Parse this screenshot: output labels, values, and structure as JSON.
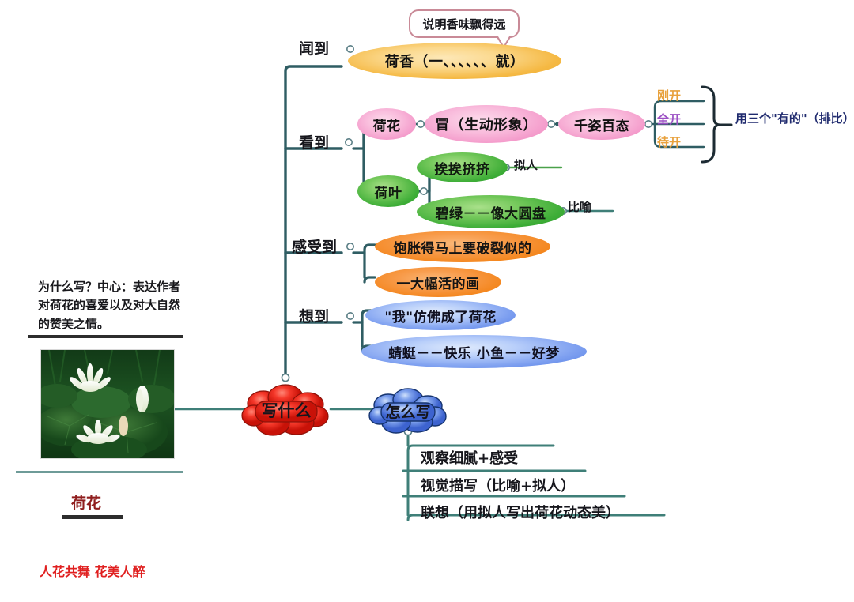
{
  "left_panel": {
    "question_text": "为什么写？中心：表达作者对荷花的喜爱以及对大自然的赞美之情。",
    "photo_caption": "荷花",
    "photo_alt": "lotus-flowers-photo",
    "slogan": "人花共舞  花美人醉"
  },
  "callout": {
    "text": "说明香味飘得远"
  },
  "center": {
    "main_node": "写什么",
    "secondary_node": "怎么写"
  },
  "branches": {
    "smell": {
      "label": "闻到",
      "node": "荷香（一、、、、、、就）"
    },
    "see": {
      "label": "看到",
      "flower": {
        "node": "荷花",
        "child": "冒（生动形象）",
        "grandchild": "千姿百态",
        "states": [
          "刚开",
          "全开",
          "待开"
        ],
        "note": "用三个\"有的\"（排比）"
      },
      "leaf": {
        "node": "荷叶",
        "children": [
          {
            "text": "挨挨挤挤",
            "note": "拟人"
          },
          {
            "text": "碧绿－－像大圆盘",
            "note": "比喻"
          }
        ]
      }
    },
    "feel": {
      "label": "感受到",
      "items": [
        "饱胀得马上要破裂似的",
        "一大幅活的画"
      ]
    },
    "think": {
      "label": "想到",
      "items": [
        "\"我\"仿佛成了荷花",
        "蜻蜓－－快乐        小鱼－－好梦"
      ]
    }
  },
  "how_to_write": {
    "items": [
      "观察细腻+感受",
      "视觉描写（比喻+拟人）",
      "联想（用拟人写出荷花动态美）"
    ]
  },
  "colors": {
    "connector": "#2f5d63",
    "smell_node": "#f5b944",
    "flower_node": "#f49bcb",
    "leaf_node": "#3fae38",
    "feel_node": "#f4871f",
    "think_node": "#7d9ff0",
    "main_cloud": "#e02b20",
    "secondary_cloud": "#4f7ae3",
    "state_open_now": "#e8a13c",
    "state_full_open": "#9b4fc4",
    "state_about_open": "#e8a13c",
    "note_text": "#1f2a6e",
    "title_red": "#8f1d1d",
    "slogan_red": "#e02020"
  }
}
